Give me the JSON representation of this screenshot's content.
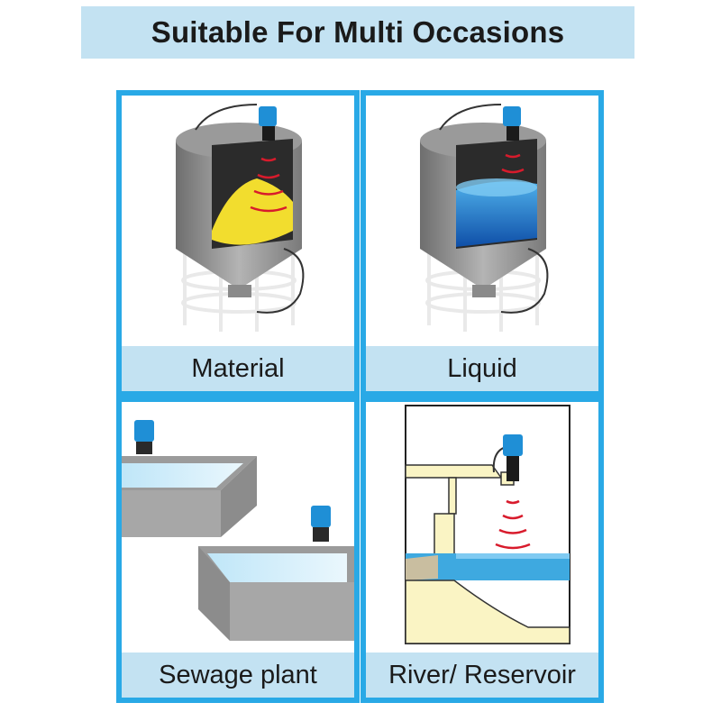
{
  "title": "Suitable For Multi Occasions",
  "accent_color": "#29a9e6",
  "label_bg_color": "#c3e2f2",
  "cards": [
    {
      "label": "Material"
    },
    {
      "label": "Liquid"
    },
    {
      "label": "Sewage plant"
    },
    {
      "label": "River/ Reservoir"
    }
  ]
}
